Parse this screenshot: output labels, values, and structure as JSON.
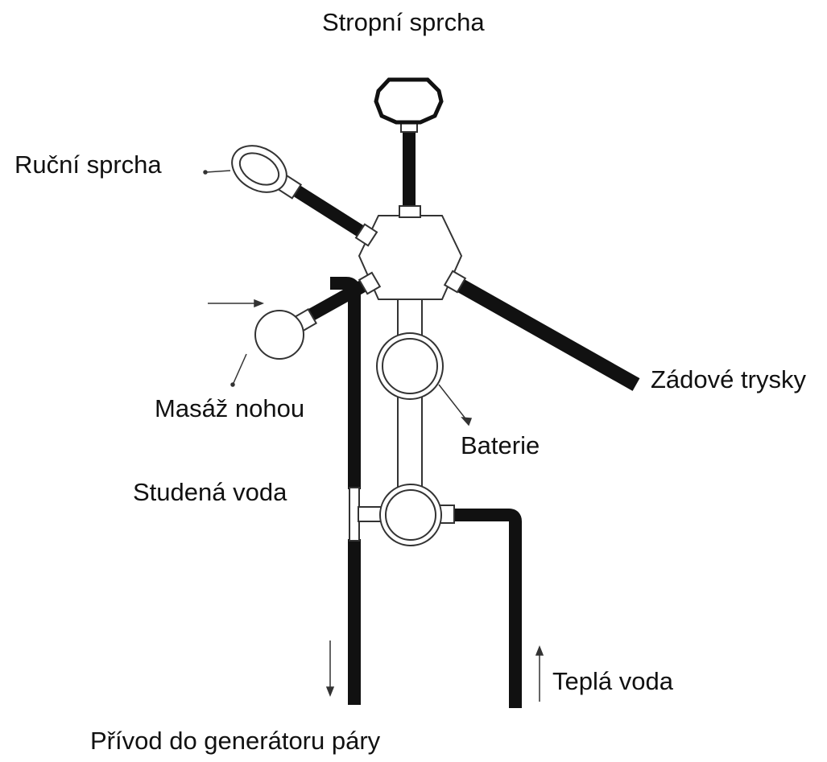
{
  "labels": {
    "top_shower": "Stropní sprcha",
    "hand_shower": "Ruční sprcha",
    "back_jets": "Zádové trysky",
    "foot_massage": "Masáž nohou",
    "mixer": "Baterie",
    "cold_water": "Studená voda",
    "warm_water": "Teplá voda",
    "steam_supply": "Přívod do generátoru páry"
  },
  "colors": {
    "pipe": "#111111",
    "outline": "#333333",
    "background": "#ffffff"
  }
}
